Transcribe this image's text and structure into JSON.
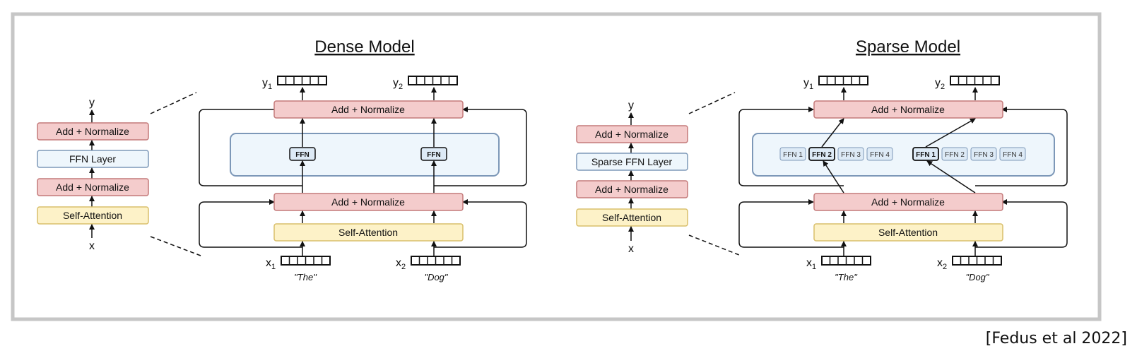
{
  "dense": {
    "title": "Dense Model",
    "mini": {
      "y": "y",
      "x": "x",
      "add_norm_top": "Add + Normalize",
      "ffn_layer": "FFN Layer",
      "add_norm_bottom": "Add + Normalize",
      "self_attention": "Self-Attention"
    },
    "add_norm_top": "Add + Normalize",
    "add_norm_bottom": "Add + Normalize",
    "self_attention": "Self-Attention",
    "ffn_left": "FFN",
    "ffn_right": "FFN",
    "y1": {
      "base": "y",
      "sub": "1"
    },
    "y2": {
      "base": "y",
      "sub": "2"
    },
    "x1": {
      "base": "x",
      "sub": "1"
    },
    "x2": {
      "base": "x",
      "sub": "2"
    },
    "word1": "\"The\"",
    "word2": "\"Dog\""
  },
  "sparse": {
    "title": "Sparse Model",
    "mini": {
      "y": "y",
      "x": "x",
      "add_norm_top": "Add + Normalize",
      "ffn_layer": "Sparse FFN Layer",
      "add_norm_bottom": "Add + Normalize",
      "self_attention": "Self-Attention"
    },
    "add_norm_top": "Add + Normalize",
    "add_norm_bottom": "Add + Normalize",
    "self_attention": "Self-Attention",
    "experts_left": [
      "FFN 1",
      "FFN 2",
      "FFN 3",
      "FFN 4"
    ],
    "experts_right": [
      "FFN 1",
      "FFN 2",
      "FFN 3",
      "FFN 4"
    ],
    "y1": {
      "base": "y",
      "sub": "1"
    },
    "y2": {
      "base": "y",
      "sub": "2"
    },
    "x1": {
      "base": "x",
      "sub": "1"
    },
    "x2": {
      "base": "x",
      "sub": "2"
    },
    "word1": "\"The\"",
    "word2": "\"Dog\""
  },
  "citation": "[Fedus et al 2022]",
  "colors": {
    "add_norm_fill": "#f4cccc",
    "add_norm_stroke": "#c47a7a",
    "attention_fill": "#fdf2c8",
    "attention_stroke": "#d9bf6b",
    "ffn_fill": "#eef6fc",
    "ffn_stroke": "#7d98b8",
    "frame_stroke": "#c6c6c6"
  }
}
